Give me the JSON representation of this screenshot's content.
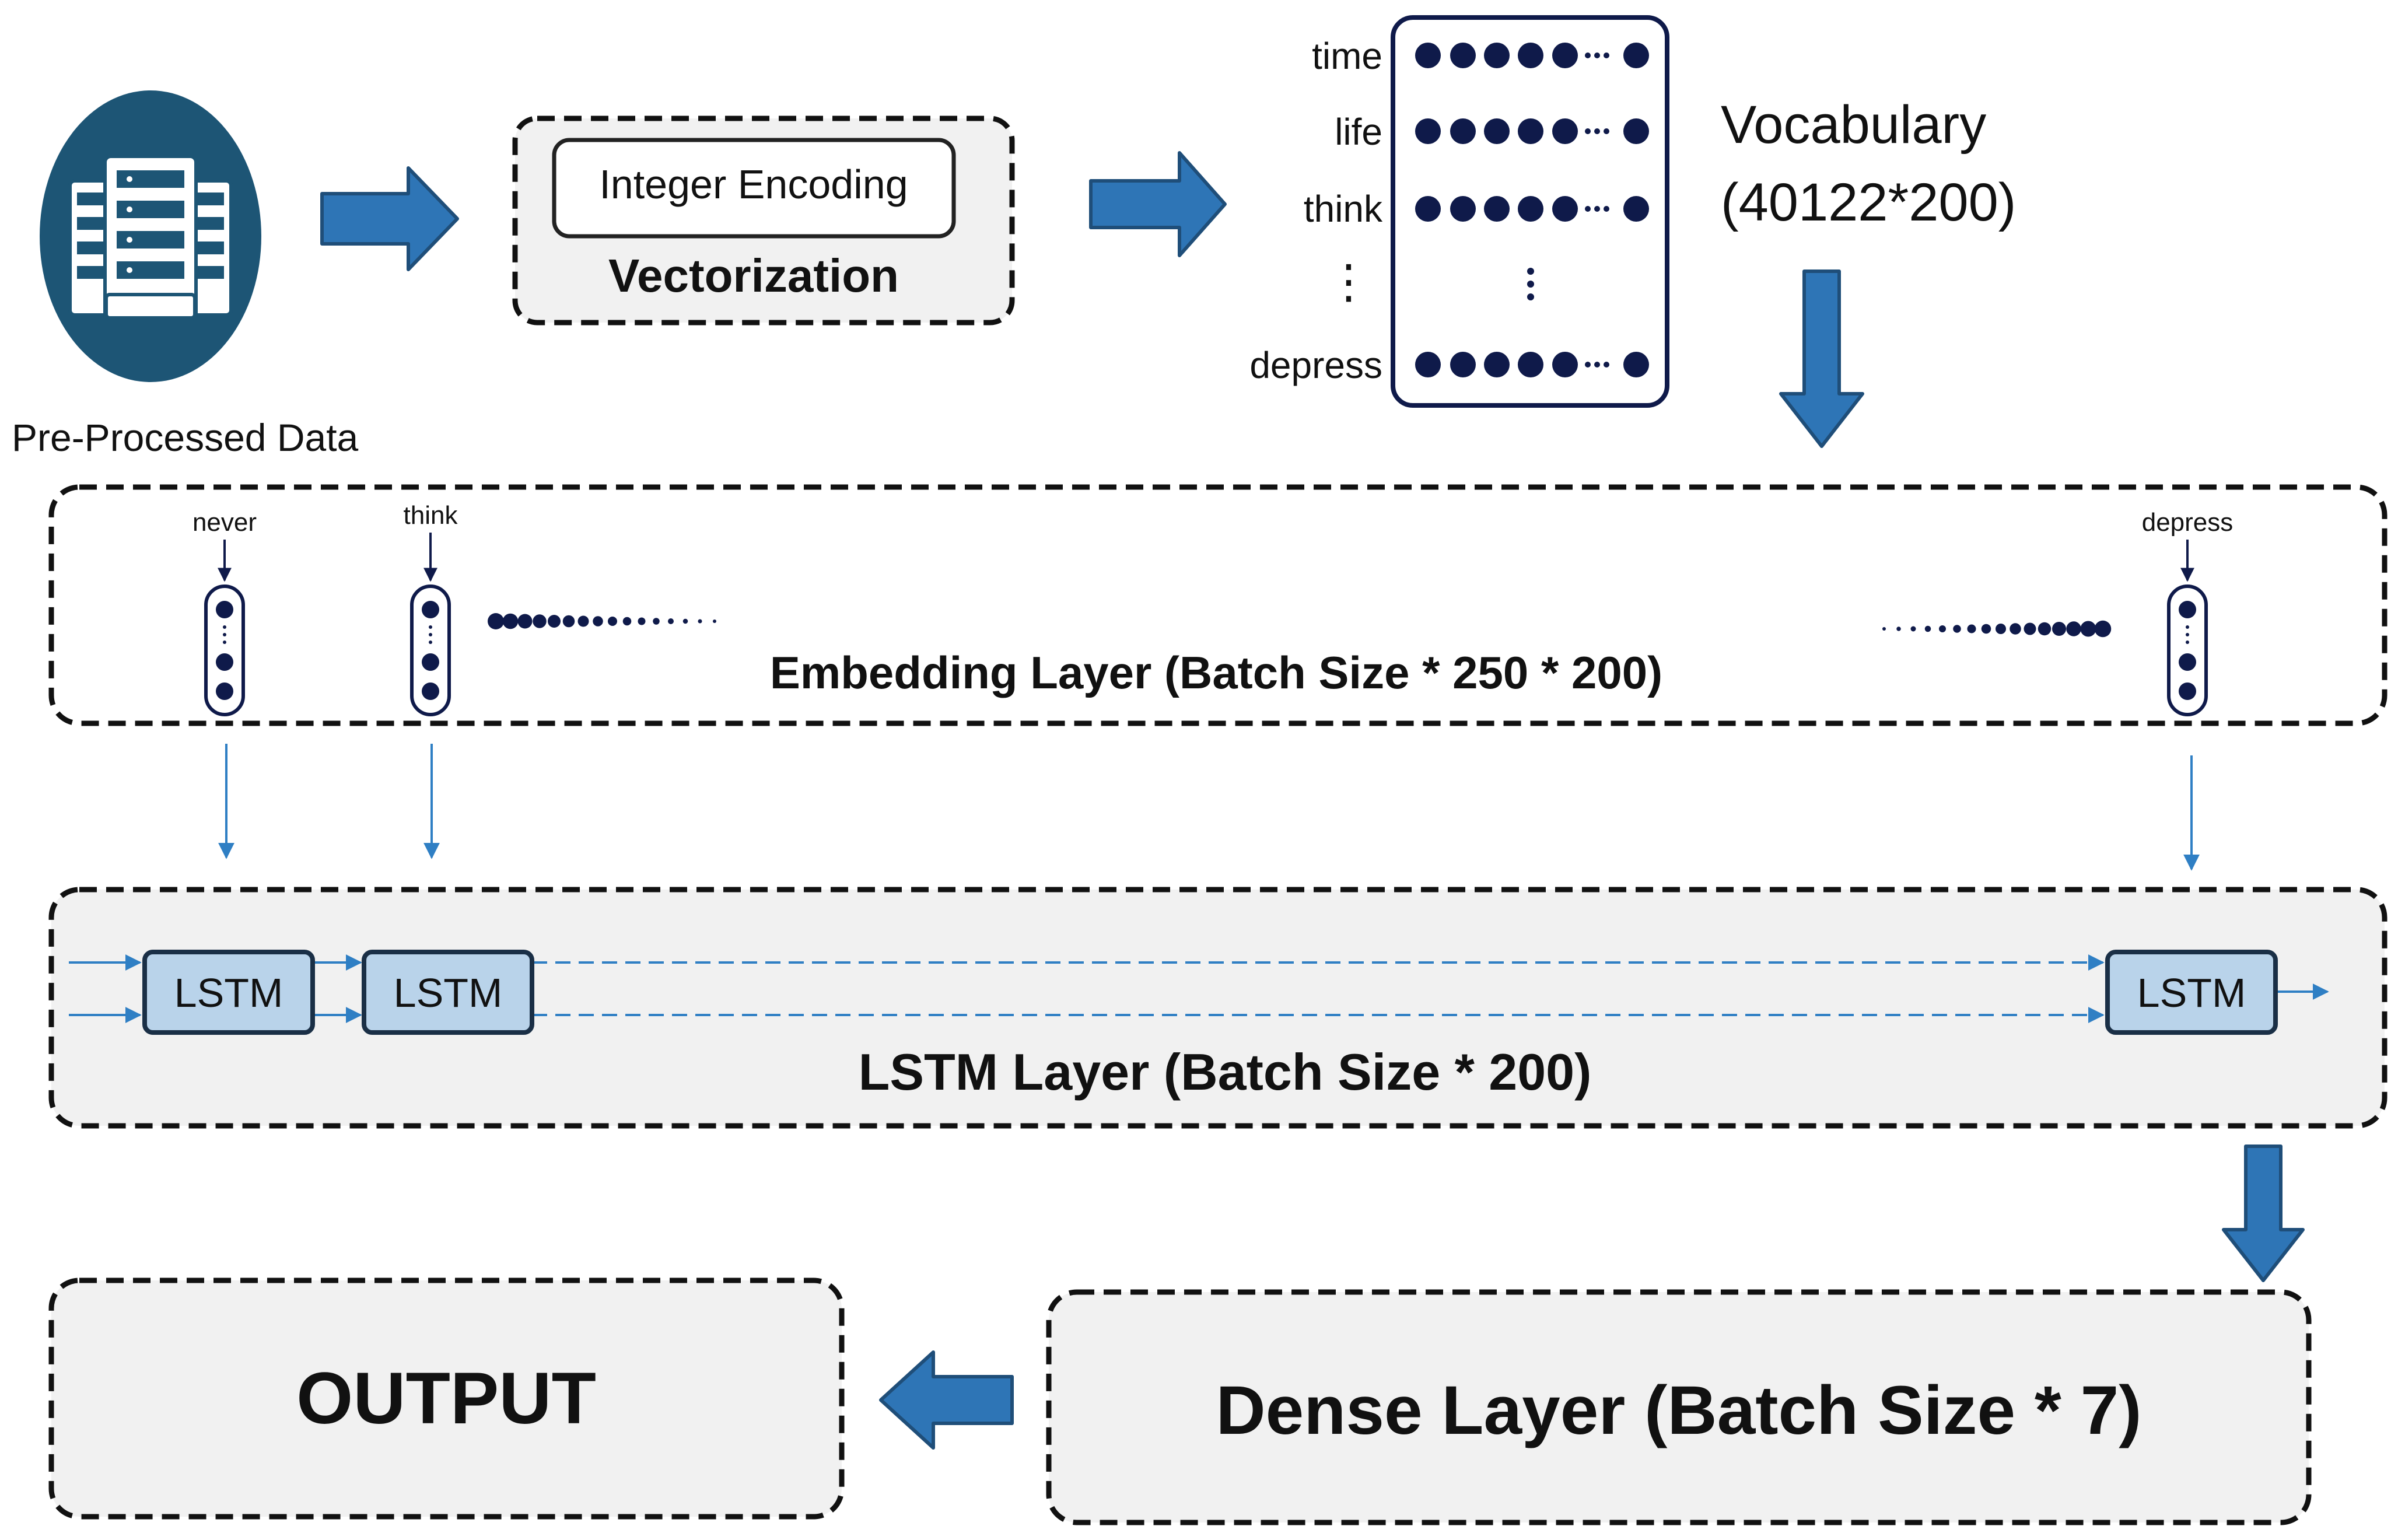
{
  "data_source": {
    "label": "Pre-Processed Data",
    "icon": "server-database-icon"
  },
  "vectorization": {
    "inner_label": "Integer Encoding",
    "title": "Vectorization"
  },
  "vocabulary": {
    "words": [
      "time",
      "life",
      "think",
      "depress"
    ],
    "vertical_ellipsis": "⋮",
    "title": "Vocabulary",
    "dims": "(40122*200)"
  },
  "embedding": {
    "title": "Embedding Layer  (Batch Size * 250 * 200)",
    "tokens": [
      "never",
      "think",
      "depress"
    ]
  },
  "lstm_layer": {
    "title": "LSTM Layer  (Batch Size * 200)",
    "cells": [
      "LSTM",
      "LSTM",
      "LSTM"
    ]
  },
  "dense": {
    "title": "Dense Layer  (Batch Size * 7)"
  },
  "output": {
    "title": "OUTPUT"
  },
  "colors": {
    "arrow_fill": "#2e75b6",
    "arrow_stroke": "#1f4e79",
    "server_circle": "#1d5575",
    "vocab_dot": "#0f1a4a",
    "lstm_fill": "#b9d3ea",
    "box_fill": "#f1f1f1"
  }
}
